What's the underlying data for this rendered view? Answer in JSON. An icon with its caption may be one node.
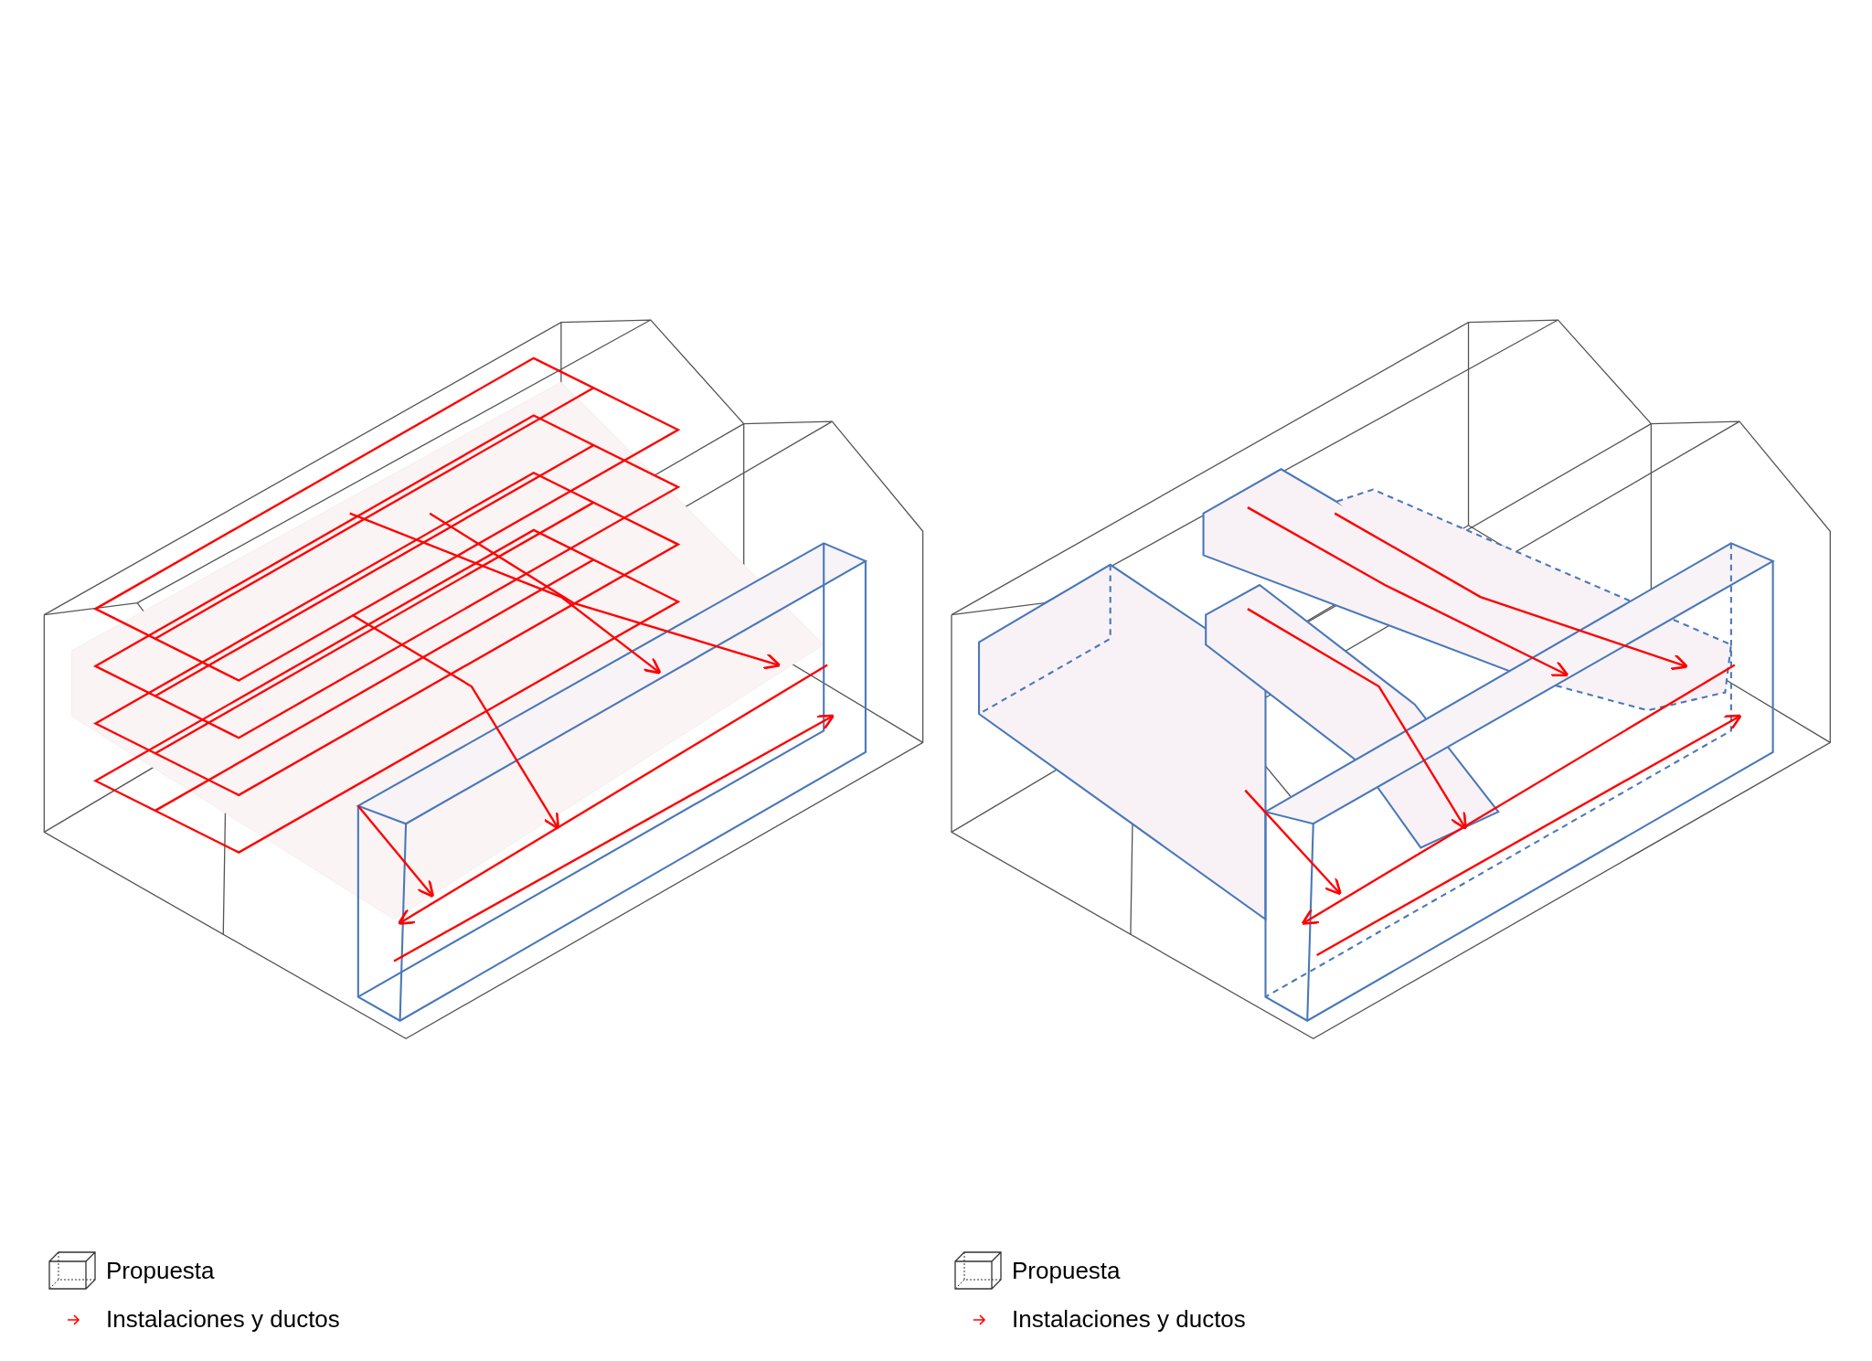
{
  "diagram": {
    "legend": [
      {
        "text": "Propuesta"
      },
      {
        "text": "Instalaciones y ductos"
      },
      {
        "text": "Propuesta"
      },
      {
        "text": "Instalaciones y ductos"
      }
    ]
  }
}
